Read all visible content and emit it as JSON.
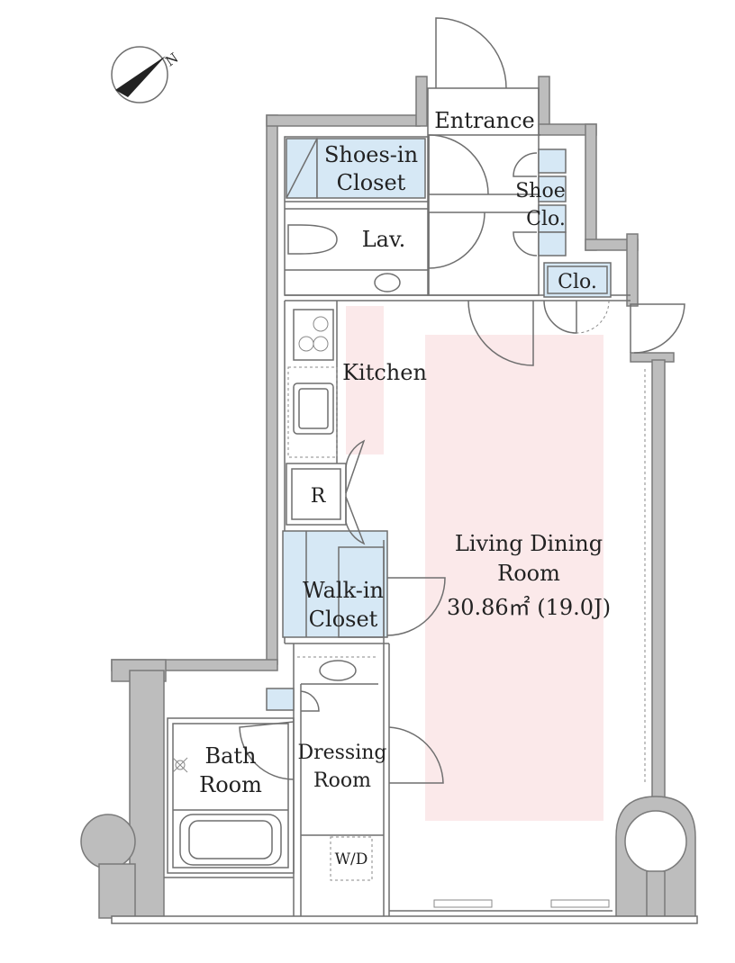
{
  "rooms": {
    "entrance": "Entrance",
    "shoes_in_closet": [
      "Shoes-in",
      "Closet"
    ],
    "shoe_closet": [
      "Shoe",
      "Clo."
    ],
    "closet": "Clo.",
    "lavatory": "Lav.",
    "kitchen": "Kitchen",
    "refrigerator": "R",
    "living_dining": [
      "Living Dining",
      "Room",
      "30.86㎡ (19.0J)"
    ],
    "walk_in_closet": [
      "Walk-in",
      "Closet"
    ],
    "bath": [
      "Bath",
      "Room"
    ],
    "dressing": [
      "Dressing",
      "Room"
    ],
    "washer_dryer": "W/D"
  },
  "compass": {
    "label": "N"
  },
  "colors": {
    "closet_fill": "#d6e8f5",
    "living_highlight": "#fbe9ea",
    "wall_fill": "#bdbdbd",
    "line": "#6f6f6f"
  }
}
